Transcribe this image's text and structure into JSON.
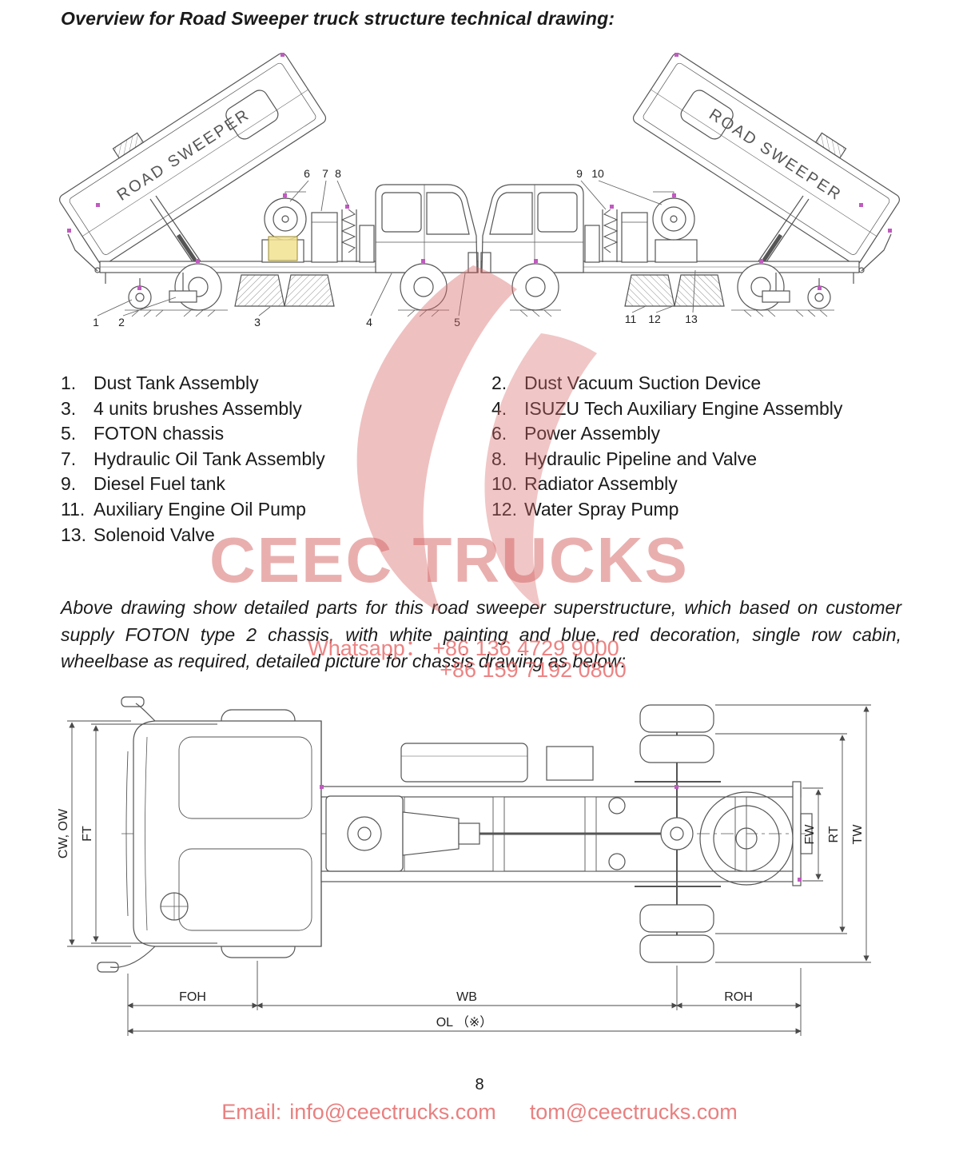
{
  "page": {
    "title": "Overview for Road Sweeper truck structure technical drawing:",
    "page_number": "8"
  },
  "top_drawing": {
    "tank_label": "ROAD SWEEPER",
    "callouts": [
      "1",
      "2",
      "3",
      "4",
      "5",
      "6",
      "7",
      "8",
      "9",
      "10",
      "11",
      "12",
      "13"
    ]
  },
  "parts_list": {
    "left": [
      {
        "num": "1.",
        "label": "Dust Tank Assembly"
      },
      {
        "num": "3.",
        "label": "4 units brushes Assembly"
      },
      {
        "num": "5.",
        "label": "FOTON chassis"
      },
      {
        "num": "7.",
        "label": "Hydraulic Oil Tank Assembly"
      },
      {
        "num": "9.",
        "label": "Diesel Fuel tank"
      },
      {
        "num": "11.",
        "label": "Auxiliary Engine Oil Pump"
      },
      {
        "num": "13.",
        "label": "Solenoid Valve"
      }
    ],
    "right": [
      {
        "num": "2.",
        "label": "Dust Vacuum Suction Device"
      },
      {
        "num": "4.",
        "label": "ISUZU Tech Auxiliary Engine Assembly"
      },
      {
        "num": "6.",
        "label": "Power Assembly"
      },
      {
        "num": "8.",
        "label": "Hydraulic Pipeline and Valve"
      },
      {
        "num": "10.",
        "label": "Radiator Assembly"
      },
      {
        "num": "12.",
        "label": "Water Spray Pump"
      }
    ]
  },
  "description": "Above drawing show detailed parts for this road sweeper superstructure, which based on customer supply FOTON type 2 chassis, with white painting and blue, red decoration, single row cabin, wheelbase as required, detailed picture for chassis drawing as below:",
  "watermark": {
    "brand": "CEEC TRUCKS",
    "whatsapp": "Whatsapp： +86 136 4729 9000",
    "phone2": "+86 159 7192 0800",
    "accent_color": "#e07a7a"
  },
  "chassis_drawing": {
    "dims": {
      "cw_ow": "CW, OW",
      "ft": "FT",
      "fw": "FW",
      "rt": "RT",
      "tw": "TW",
      "foh": "FOH",
      "wb": "WB",
      "roh": "ROH",
      "ol": "OL （※）"
    }
  },
  "footer": {
    "email_label": "Email:",
    "email1": "info@ceectrucks.com",
    "email2": "tom@ceectrucks.com"
  }
}
